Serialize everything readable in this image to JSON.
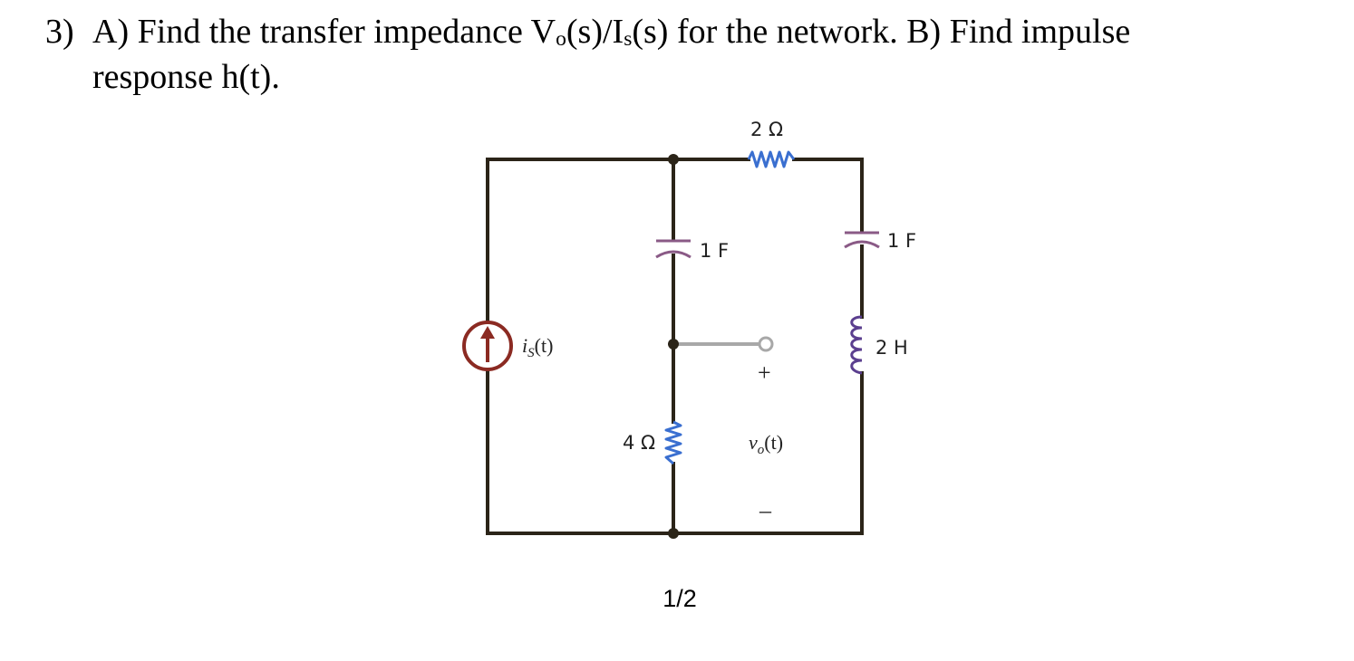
{
  "question": {
    "number": "3)",
    "line1_a": "A) Find the transfer impedance V",
    "line1_sub1": "o",
    "line1_b": "(s)/I",
    "line1_sub2": "s",
    "line1_c": "(s) for the network. B) Find impulse",
    "line2": "response h(t)."
  },
  "circuit": {
    "top_resistor_label": "2 Ω",
    "middle_capacitor_label": "1 F",
    "right_capacitor_label": "1 F",
    "inductor_label": "2 H",
    "bottom_resistor_label": "4 Ω",
    "source_label": "i",
    "source_label_sub": "S",
    "source_label_arg": "(t)",
    "output_label": "v",
    "output_label_sub": "o",
    "output_label_arg": "(t)",
    "plus_sign": "+",
    "minus_sign": "–",
    "colors": {
      "wire": "#2b2418",
      "resistor": "#3a6fd0",
      "capacitor": "#8a5a86",
      "inductor": "#5b3f8f",
      "source": "#8b2a22",
      "terminal_wire": "#a8a8a8"
    }
  },
  "footer": {
    "page_number": "1/2"
  }
}
